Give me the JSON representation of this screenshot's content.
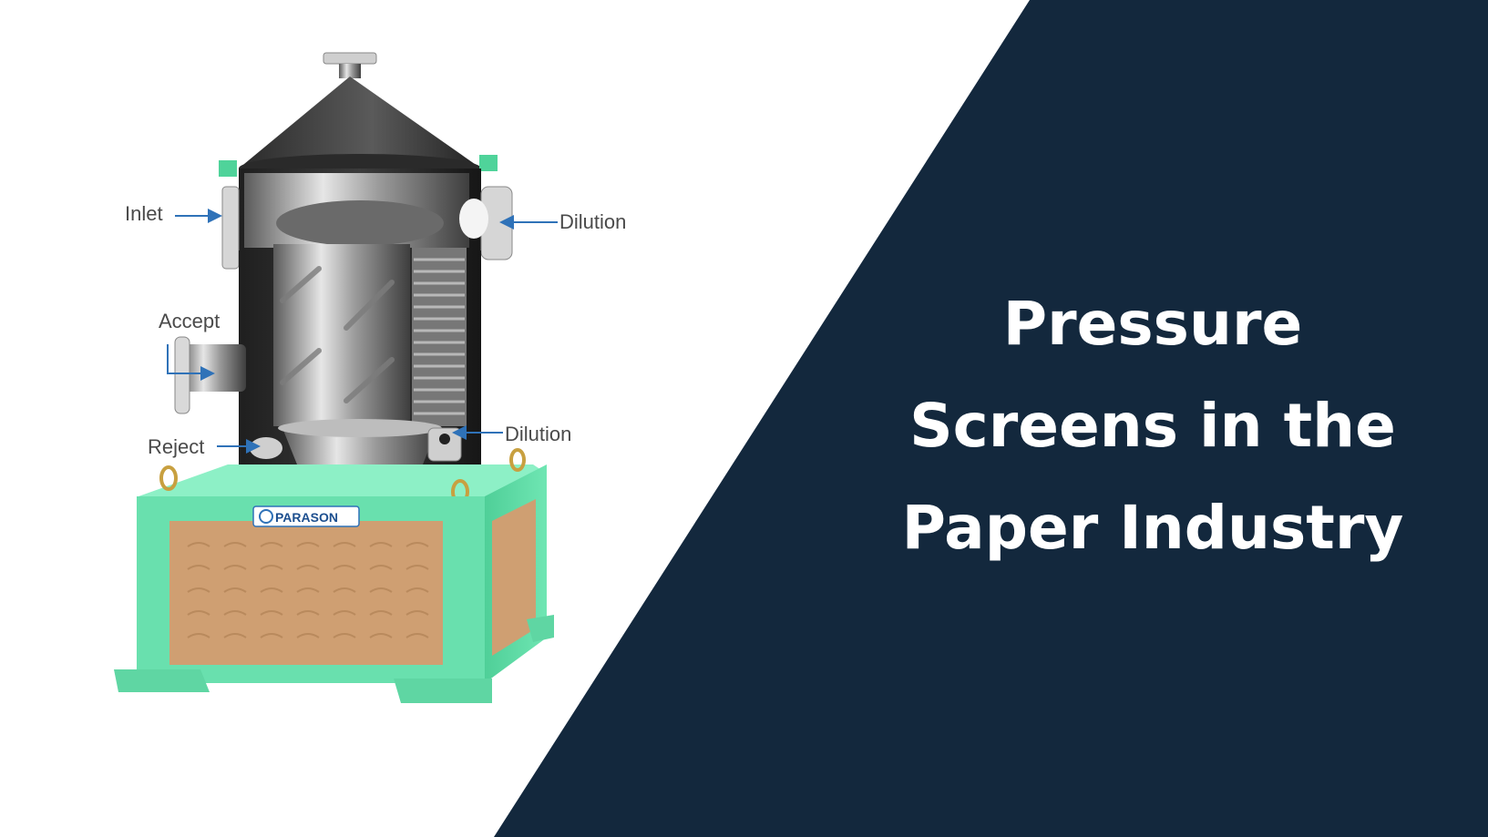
{
  "title": {
    "lines": [
      "Pressure",
      "Screens in the",
      "Paper Industry"
    ]
  },
  "diagram": {
    "labels": {
      "inlet": "Inlet",
      "dilution_top": "Dilution",
      "accept": "Accept",
      "reject": "Reject",
      "dilution_bottom": "Dilution"
    },
    "brand": "PARASON"
  },
  "colors": {
    "panel": "#13283d",
    "base": "#69e0ae",
    "vent_panel": "#cf9f72",
    "title_text": "#ffffff",
    "arrow": "#2f72b8"
  }
}
